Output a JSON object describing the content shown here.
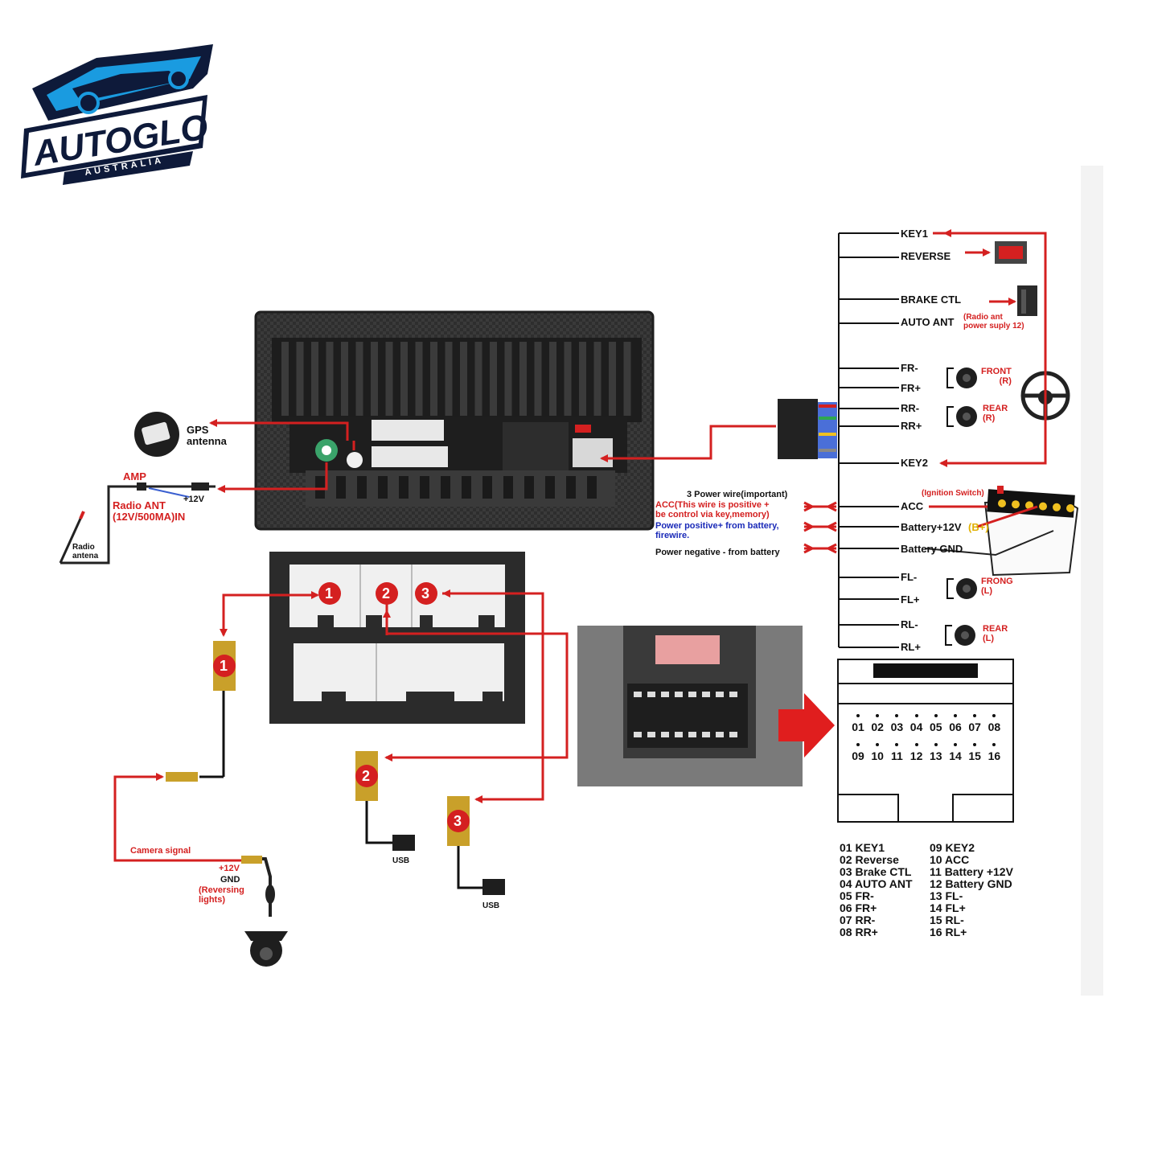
{
  "logo": {
    "brand": "AUTOGLO",
    "sub": "AUSTRALIA"
  },
  "head_unit": {
    "gps": "GPS\nantenna",
    "amp": "AMP",
    "plus12v": "+12V",
    "radio_ant": "Radio ANT\n(12V/500MA)IN",
    "radio_antenna": "Radio\nantena"
  },
  "harness_wires": {
    "key1": "KEY1",
    "reverse": "REVERSE",
    "brake": "BRAKE CTL",
    "auto_ant": "AUTO ANT",
    "auto_ant_note": "(Radio ant\npower suply 12)",
    "fr_minus": "FR-",
    "fr_plus": "FR+",
    "rr_minus": "RR-",
    "rr_plus": "RR+",
    "key2": "KEY2",
    "acc": "ACC",
    "battery": "Battery+12V",
    "battery_b": "(B+)",
    "gnd": "Battery GND",
    "fl_minus": "FL-",
    "fl_plus": "FL+",
    "rl_minus": "RL-",
    "rl_plus": "RL+"
  },
  "speakers": {
    "front_r": "FRONT\n(R)",
    "rear_r": "REAR\n(R)",
    "front_l": "FRONG\n(L)",
    "rear_l": "REAR\n(L)"
  },
  "power_notes": {
    "title": "3 Power wire(important)",
    "acc_note": "ACC(This wire is positive +\nbe control via key,memory)",
    "pos_note": "Power positive+ from battery,\nfirewire.",
    "neg_note": "Power negative - from battery",
    "ignition": "(Ignition Switch)"
  },
  "connectors": {
    "n1": "1",
    "n2": "2",
    "n3": "3",
    "usb": "USB",
    "camera_signal": "Camera signal",
    "cam_12v": "+12V",
    "cam_gnd": "GND",
    "reversing": "(Reversing\nlights)"
  },
  "pins_top": [
    "01",
    "02",
    "03",
    "04",
    "05",
    "06",
    "07",
    "08"
  ],
  "pins_bottom": [
    "09",
    "10",
    "11",
    "12",
    "13",
    "14",
    "15",
    "16"
  ],
  "legend_left": [
    "01 KEY1",
    "02 Reverse",
    "03 Brake CTL",
    "04 AUTO ANT",
    "05 FR-",
    "06 FR+",
    "07 RR-",
    "08 RR+"
  ],
  "legend_right": [
    "09 KEY2",
    "10 ACC",
    "11 Battery +12V",
    "12 Battery GND",
    "13 FL-",
    "14 FL+",
    "15 RL-",
    "16 RL+"
  ],
  "colors": {
    "wire_red": "#d42020",
    "unit_dark": "#2b2b2b",
    "logo_blue": "#1a9be0",
    "navy": "#0e1a3a",
    "connector_gold": "#c9a02a"
  }
}
